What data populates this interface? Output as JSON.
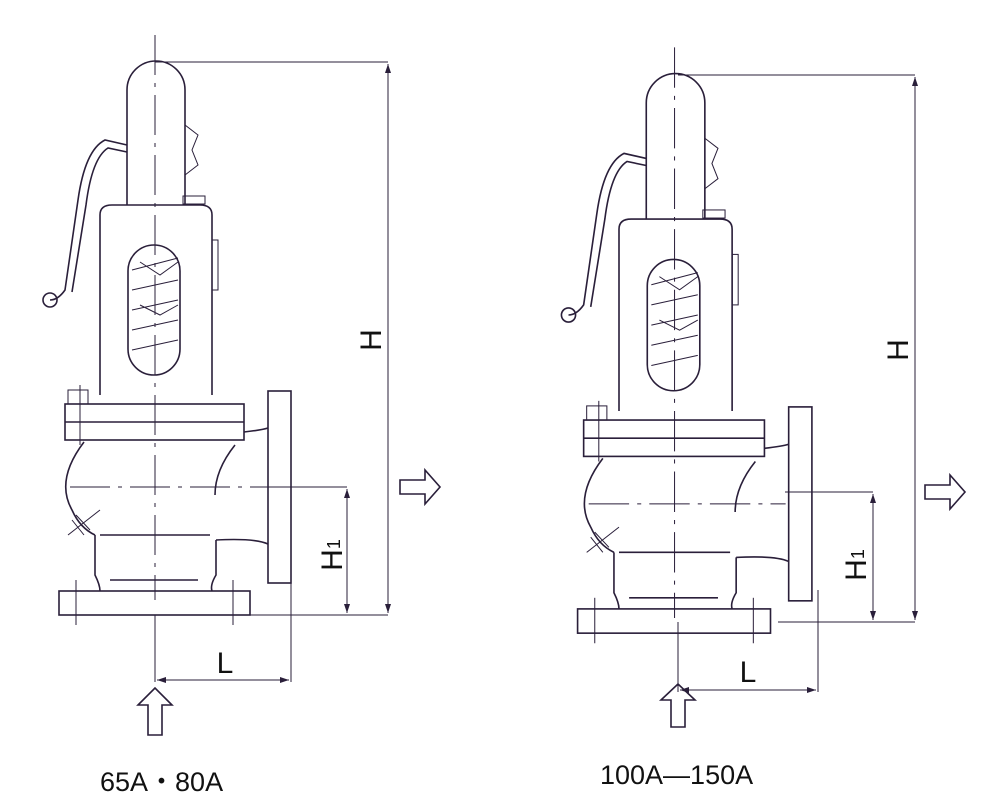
{
  "diagrams": [
    {
      "caption": "65A・80A",
      "height_label": "H",
      "inlet_height_label": "H",
      "inlet_height_sub": "1",
      "length_label": "L"
    },
    {
      "caption": "100A—150A",
      "height_label": "H",
      "inlet_height_label": "H",
      "inlet_height_sub": "1",
      "length_label": "L"
    }
  ]
}
